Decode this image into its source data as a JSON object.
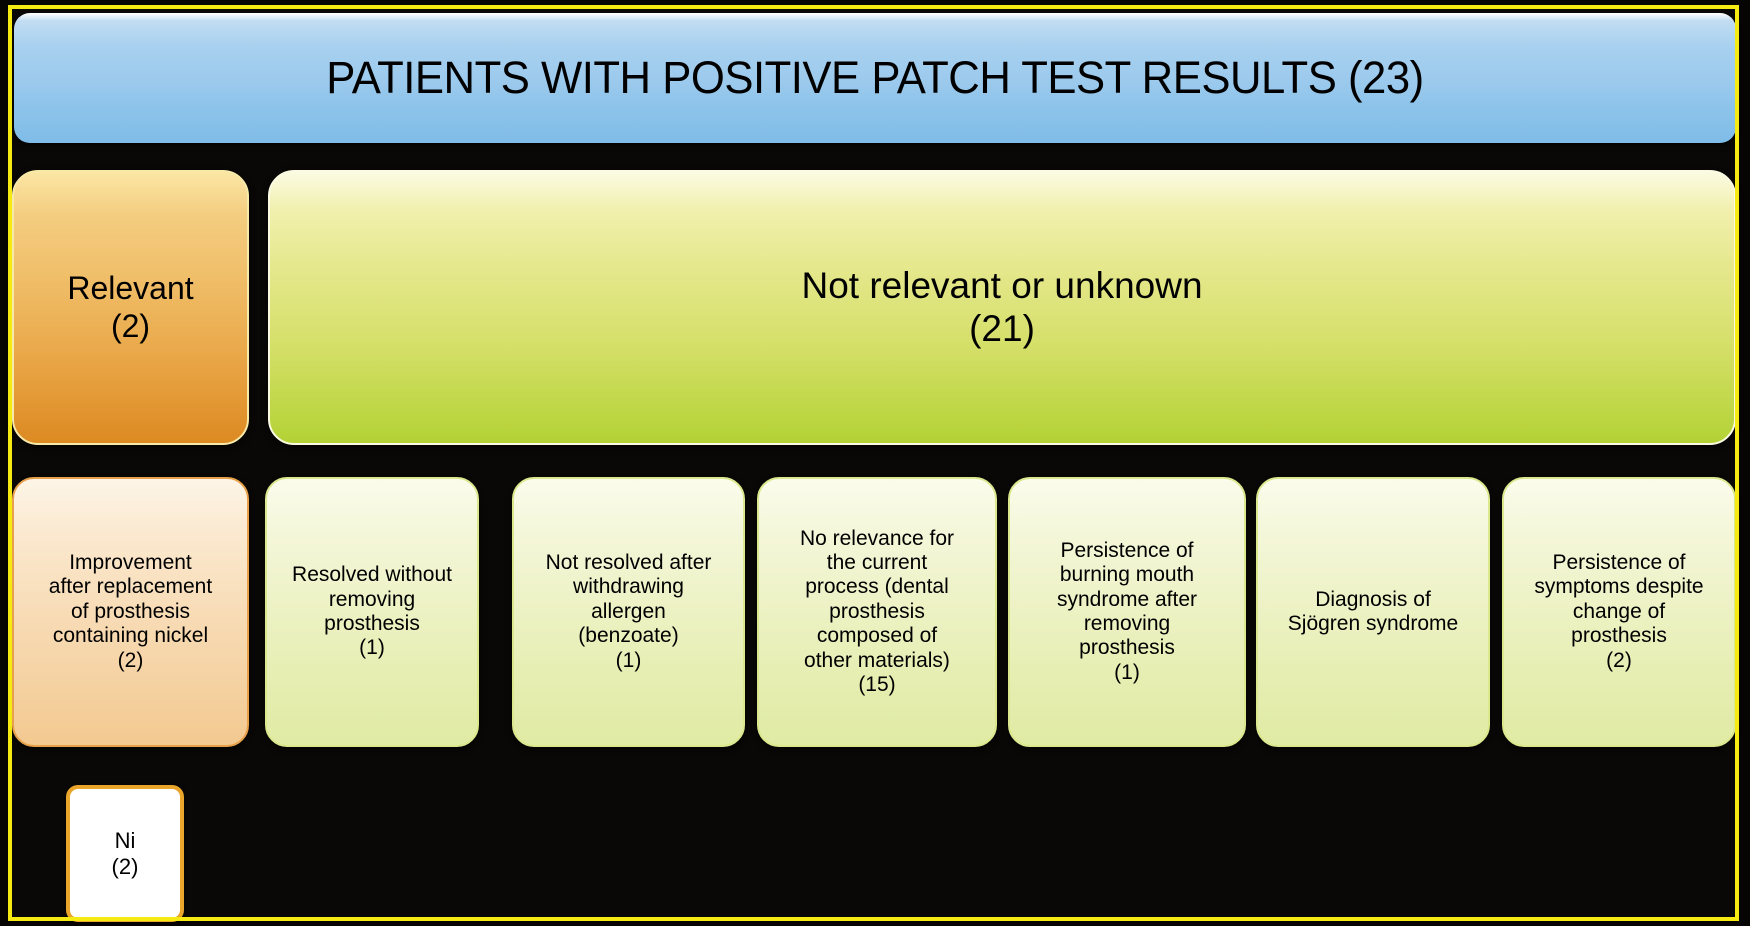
{
  "figure": {
    "border_color": "#f5eb12",
    "background_color": "#0a0806"
  },
  "header": {
    "label": "PATIENTS WITH POSITIVE PATCH TEST RESULTS (23)",
    "total": 23,
    "color": "#9ccaed"
  },
  "branches": [
    {
      "key": "relevant",
      "label": "Relevant\n(2)",
      "count": 2,
      "color": "#eaa94b"
    },
    {
      "key": "not-relevant",
      "label": "Not relevant or unknown\n(21)",
      "count": 21,
      "color": "#d6e06b"
    }
  ],
  "leaves": [
    {
      "key": "improvement-after-replacement",
      "label": "Improvement\nafter replacement\nof prosthesis\ncontaining nickel\n(2)",
      "count": 2,
      "branch": "relevant",
      "color": "#f8ddb8"
    },
    {
      "key": "resolved-without-removing-prosthesis",
      "label": "Resolved without\nremoving\nprosthesis\n(1)",
      "count": 1,
      "branch": "not-relevant",
      "color": "#eef2c6"
    },
    {
      "key": "not-resolved-after-withdrawing-allergen",
      "label": "Not resolved after\nwithdrawing\nallergen\n(benzoate)\n(1)",
      "count": 1,
      "branch": "not-relevant",
      "color": "#eef2c6"
    },
    {
      "key": "no-relevance-for-current-process",
      "label": "No relevance for\nthe current\nprocess (dental\nprosthesis\ncomposed of\nother materials)\n(15)",
      "count": 15,
      "branch": "not-relevant",
      "color": "#eef2c6"
    },
    {
      "key": "persistence-burning-mouth-syndrome",
      "label": "Persistence of\nburning mouth\nsyndrome after\nremoving\nprosthesis\n(1)",
      "count": 1,
      "branch": "not-relevant",
      "color": "#eef2c6"
    },
    {
      "key": "diagnosis-sjogren-syndrome",
      "label": "Diagnosis of\nSjögren syndrome",
      "count": null,
      "branch": "not-relevant",
      "color": "#eef2c6"
    },
    {
      "key": "persistence-symptoms-despite-change",
      "label": "Persistence of\nsymptoms despite\nchange of\nprosthesis\n(2)",
      "count": 2,
      "branch": "not-relevant",
      "color": "#eef2c6"
    }
  ],
  "allergens": [
    {
      "key": "ni",
      "label": "Ni\n(2)",
      "count": 2,
      "color": "#ffffff",
      "border_color": "#e9a62a"
    }
  ]
}
